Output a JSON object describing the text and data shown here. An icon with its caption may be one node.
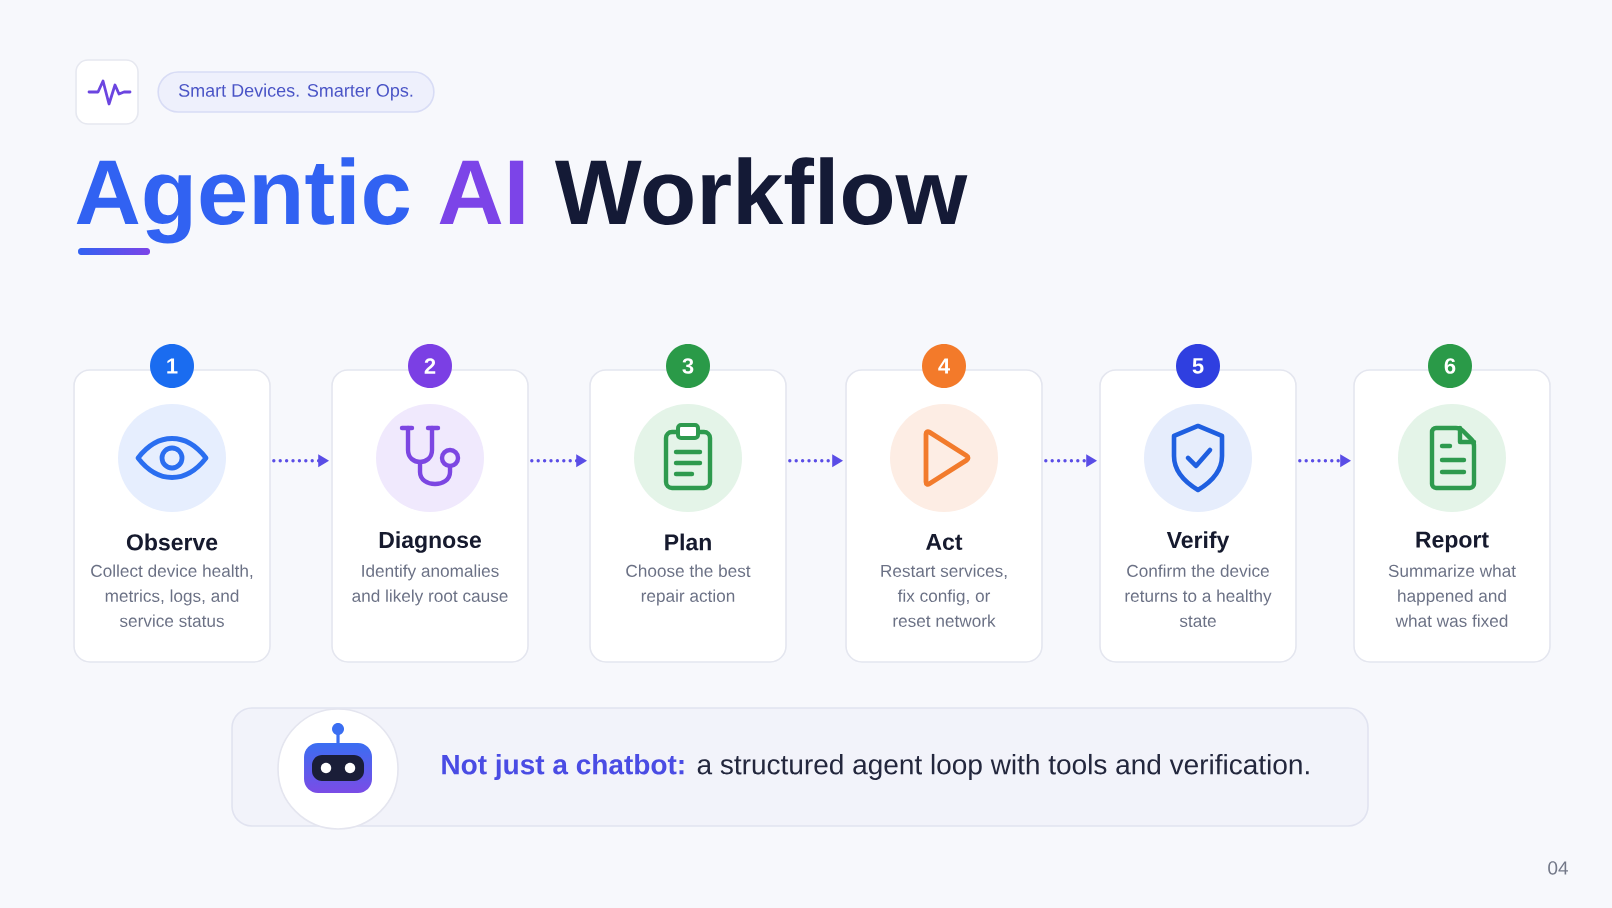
{
  "diagram": {
    "title": "Agentic AI Workflow",
    "nodes": [
      {
        "text": [
          "Smart Devices. Smarter Ops."
        ]
      },
      {
        "text": [
          "1"
        ]
      },
      {
        "text": [
          "Observe",
          "Collect device health, metrics, logs, and service status"
        ]
      },
      {
        "text": [
          "2"
        ]
      },
      {
        "text": [
          "Diagnose",
          "Identify anomalies and likely root cause"
        ]
      },
      {
        "text": [
          "3"
        ]
      },
      {
        "text": [
          "Plan",
          "Choose the best repair action"
        ]
      },
      {
        "text": [
          "4"
        ]
      },
      {
        "text": [
          "Act",
          "Restart services, fix config, or reset network"
        ]
      },
      {
        "text": [
          "5"
        ]
      },
      {
        "text": [
          "Verify",
          "Confirm the device returns to a healthy state"
        ]
      },
      {
        "text": [
          "6"
        ]
      },
      {
        "text": [
          "Report",
          "Summarize what happened and what was fixed"
        ]
      },
      {
        "text": [
          "**Not just a chatbot:** a structured agent loop with tools and verification."
        ]
      }
    ],
    "edges": [
      {
        "from": 2,
        "to": 4,
        "arrow": "to"
      },
      {
        "from": 4,
        "to": 6,
        "arrow": "to"
      },
      {
        "from": 6,
        "to": 8,
        "arrow": "to"
      },
      {
        "from": 8,
        "to": 10,
        "arrow": "to"
      },
      {
        "from": 10,
        "to": 12,
        "arrow": "to"
      }
    ],
    "labels": [
      "04"
    ]
  }
}
